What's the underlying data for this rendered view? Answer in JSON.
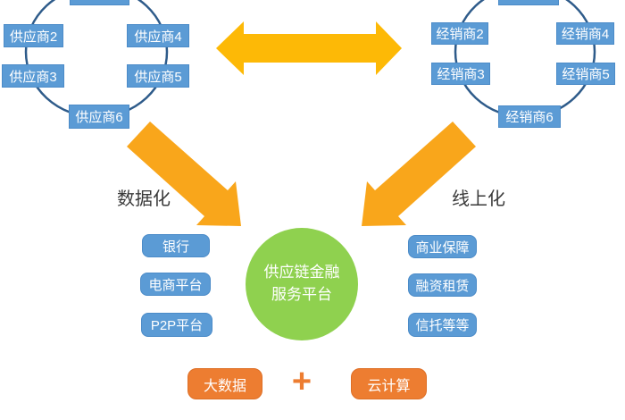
{
  "colors": {
    "node_blue": "#5B9BD5",
    "node_blue_border": "#4B8BC8",
    "ring_line": "#2E5B8A",
    "horizontal_arrow": "#FDB906",
    "diagonal_arrow": "#F9A61B",
    "platform_green": "#8FD14F",
    "foundation_orange": "#ED7D31",
    "label_text": "#3A3A3A"
  },
  "supplier_ring": {
    "top_partial_label": "",
    "nodes": [
      {
        "id": "supplier-2",
        "label": "供应商2"
      },
      {
        "id": "supplier-4",
        "label": "供应商4"
      },
      {
        "id": "supplier-3",
        "label": "供应商3"
      },
      {
        "id": "supplier-5",
        "label": "供应商5"
      },
      {
        "id": "supplier-6",
        "label": "供应商6"
      }
    ]
  },
  "dealer_ring": {
    "top_partial_label": "",
    "nodes": [
      {
        "id": "dealer-2",
        "label": "经销商2"
      },
      {
        "id": "dealer-4",
        "label": "经销商4"
      },
      {
        "id": "dealer-3",
        "label": "经销商3"
      },
      {
        "id": "dealer-5",
        "label": "经销商5"
      },
      {
        "id": "dealer-6",
        "label": "经销商6"
      }
    ]
  },
  "arrows": {
    "left_label": "数据化",
    "right_label": "线上化"
  },
  "platform": {
    "line1": "供应链金融",
    "line2": "服务平台"
  },
  "left_services": [
    {
      "label": "银行"
    },
    {
      "label": "电商平台"
    },
    {
      "label": "P2P平台"
    }
  ],
  "right_services": [
    {
      "label": "商业保障"
    },
    {
      "label": "融资租赁"
    },
    {
      "label": "信托等等"
    }
  ],
  "foundation": {
    "left": "大数据",
    "plus": "+",
    "right": "云计算"
  }
}
